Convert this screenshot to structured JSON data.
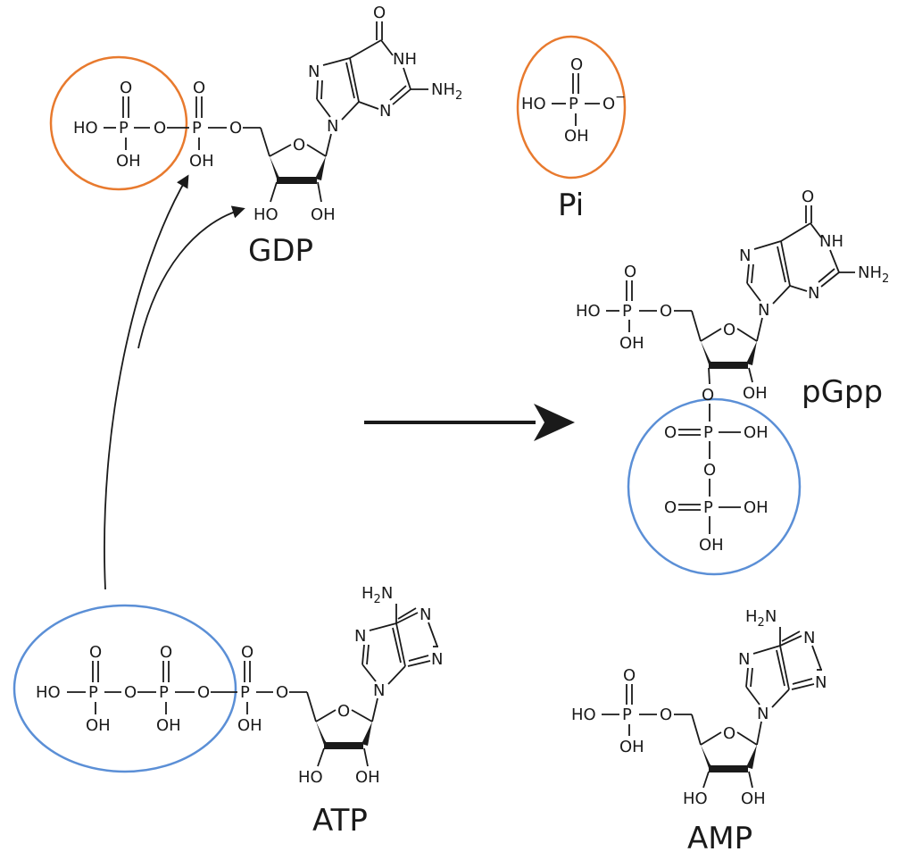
{
  "colors": {
    "pi_highlight": "#e87a2e",
    "pyrophosphate_highlight": "#5b8fd6",
    "ink": "#1a1a1a"
  },
  "labels": {
    "gdp": "GDP",
    "pi": "Pi",
    "pgpp": "pGpp",
    "atp": "ATP",
    "amp": "AMP"
  },
  "atoms": {
    "ho": "HO",
    "oh": "OH",
    "o": "O",
    "p": "P",
    "n": "N",
    "nh": "NH",
    "nh2": "NH",
    "h2n": "H",
    "h2n_tail": "N",
    "sub2": "2",
    "minus": "−"
  }
}
